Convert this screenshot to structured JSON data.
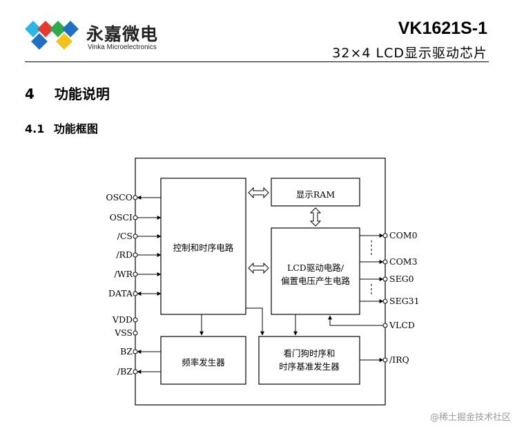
{
  "header": {
    "company_cn": "永嘉微电",
    "company_en": "Vinka Microelectronics",
    "part_number": "VK1621S-1",
    "subtitle": "32×4  LCD显示驱动芯片"
  },
  "section": {
    "number": "4",
    "title": "功能说明"
  },
  "subsection": {
    "number": "4.1",
    "title": "功能框图"
  },
  "diagram": {
    "left_pins": [
      "OSCO",
      "OSCI",
      "/CS",
      "/RD",
      "/WR",
      "DATA",
      "VDD",
      "VSS",
      "BZ",
      "/BZ"
    ],
    "right_pins": [
      "COM0",
      "COM3",
      "SEG0",
      "SEG31",
      "VLCD",
      "/IRQ"
    ],
    "blocks": {
      "control": "控制和时序电路",
      "display_ram": "显示RAM",
      "lcd_driver_line1": "LCD驱动电路/",
      "lcd_driver_line2": "偏置电压产生电路",
      "freq_gen": "频率发生器",
      "watchdog_line1": "看门狗时序和",
      "watchdog_line2": "时序基准发生器"
    }
  },
  "watermark": "@稀土掘金技术社区",
  "colors": {
    "logo_red": "#e8382f",
    "logo_green": "#2faa4a",
    "logo_blue": "#1f6fc3",
    "logo_yellow": "#f5c21b",
    "logo_cyan": "#29b6e8"
  }
}
